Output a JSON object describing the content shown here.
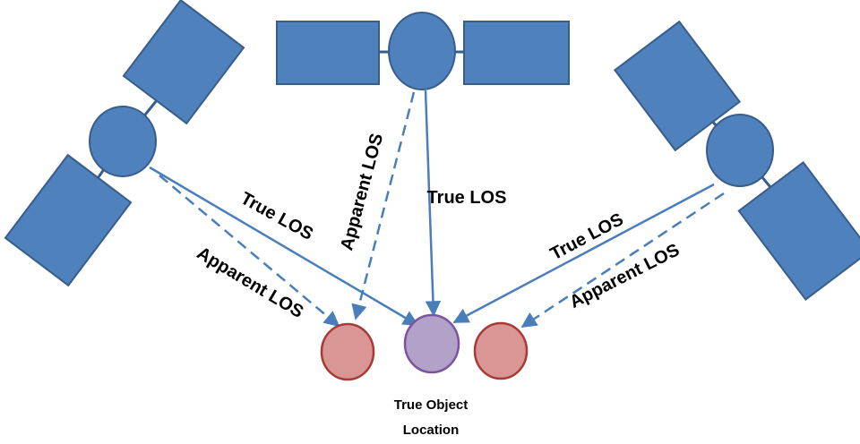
{
  "colors": {
    "satellite_fill": "#4f81bd",
    "satellite_stroke": "#385d8a",
    "line": "#4a7ebb",
    "apparent_fill": "#d99694",
    "apparent_stroke": "#a83a36",
    "true_fill": "#b3a2c7",
    "true_stroke": "#7a54a1"
  },
  "labels": {
    "true_los": "True LOS",
    "apparent_los": "Apparent LOS",
    "true_object_line1": "True Object",
    "true_object_line2": "Location"
  }
}
